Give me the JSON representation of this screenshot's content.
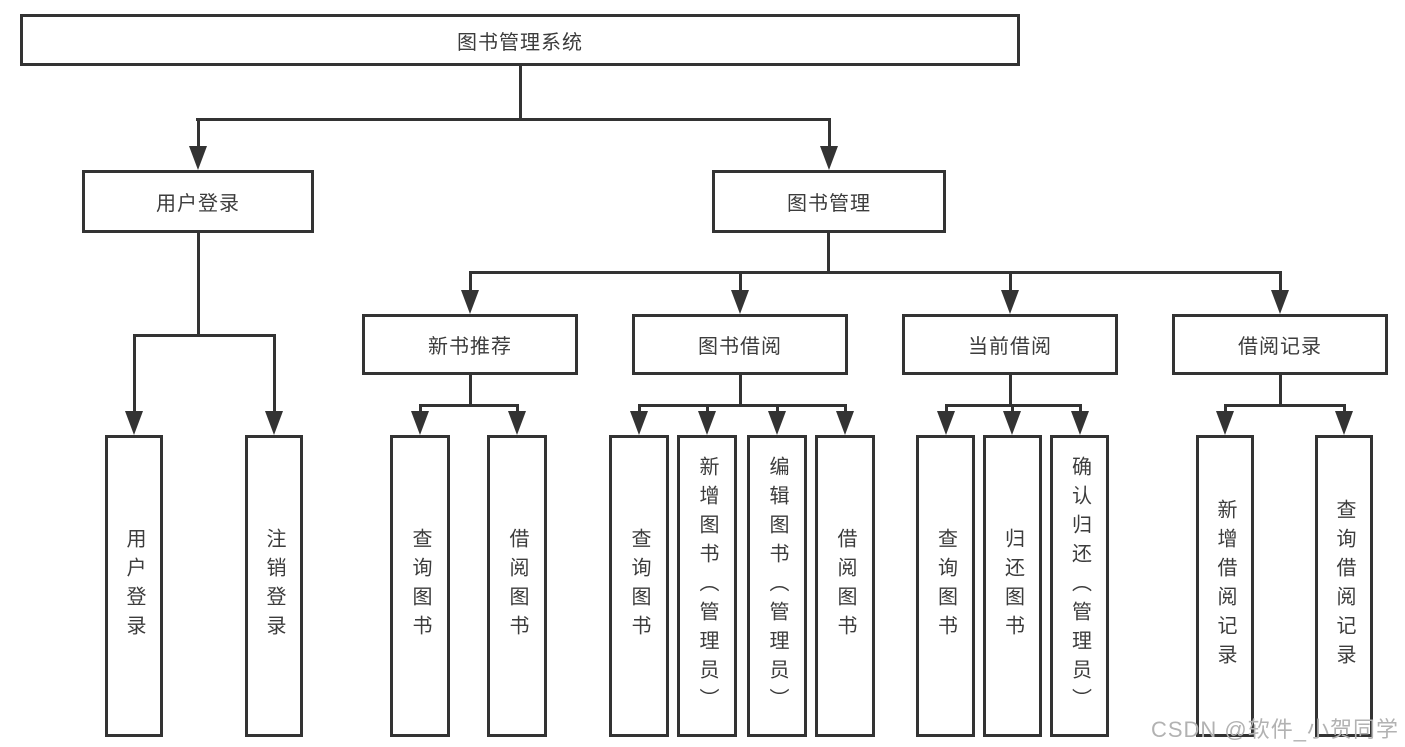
{
  "tree": {
    "label": "图书管理系统",
    "children": [
      {
        "label": "用户登录",
        "children": [
          {
            "label": "用户登录"
          },
          {
            "label": "注销登录"
          }
        ]
      },
      {
        "label": "图书管理",
        "children": [
          {
            "label": "新书推荐",
            "children": [
              {
                "label": "查询图书"
              },
              {
                "label": "借阅图书"
              }
            ]
          },
          {
            "label": "图书借阅",
            "children": [
              {
                "label": "查询图书"
              },
              {
                "label": "新增图书（管理员）"
              },
              {
                "label": "编辑图书（管理员）"
              },
              {
                "label": "借阅图书"
              }
            ]
          },
          {
            "label": "当前借阅",
            "children": [
              {
                "label": "查询图书"
              },
              {
                "label": "归还图书"
              },
              {
                "label": "确认归还（管理员）"
              }
            ]
          },
          {
            "label": "借阅记录",
            "children": [
              {
                "label": "新增借阅记录"
              },
              {
                "label": "查询借阅记录"
              }
            ]
          }
        ]
      }
    ]
  },
  "watermark": "CSDN @软件_小贺同学",
  "colors": {
    "line": "#333333",
    "border": "#333333",
    "text": "#3c3c3c",
    "background": "#ffffff",
    "watermark": "#b2b2b2"
  }
}
